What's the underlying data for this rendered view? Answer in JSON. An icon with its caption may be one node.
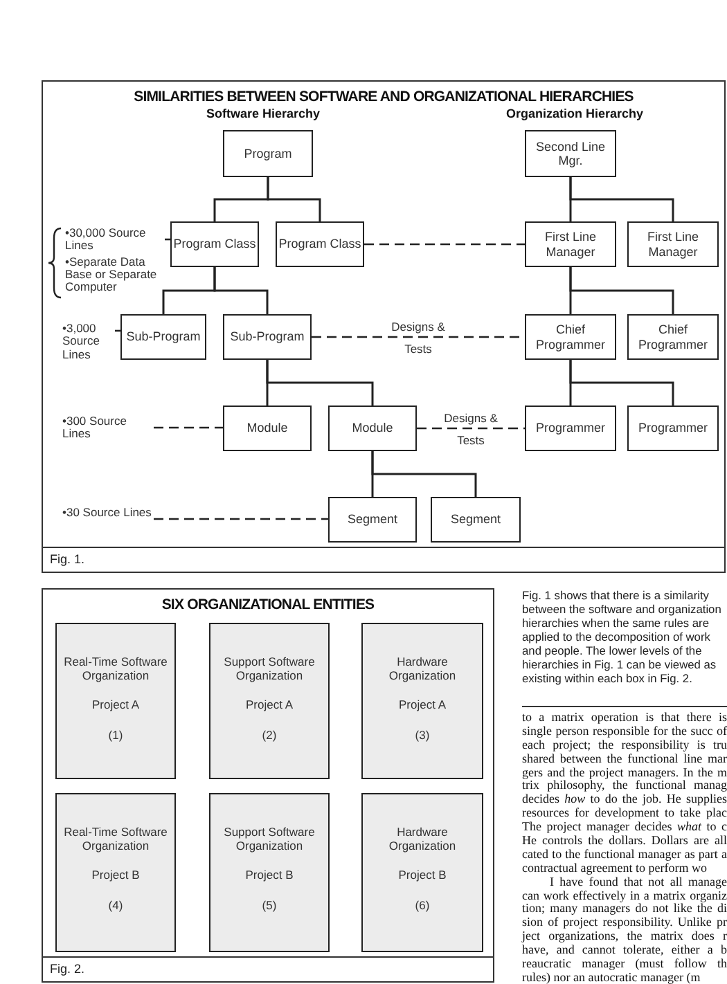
{
  "diagram": {
    "nodes": [
      {
        "text": [
          "SIMILARITIES BETWEEN SOFTWARE AND ORGANIZATIONAL HIERARCHIES",
          "Fig. 1."
        ]
      },
      {
        "text": [
          "Program"
        ],
        "in": 0
      },
      {
        "text": [
          "Second Line Mgr."
        ],
        "in": 0
      },
      {
        "text": [
          "•30,000 Source Lines",
          "•Separate Data Base or Separate Computer"
        ],
        "in": 0
      },
      {
        "text": [
          "Program Class"
        ],
        "in": 0
      },
      {
        "text": [
          "Program Class"
        ],
        "in": 0
      },
      {
        "text": [
          "First Line Manager"
        ],
        "in": 0
      },
      {
        "text": [
          "First Line Manager"
        ],
        "in": 0
      },
      {
        "text": [
          "•3,000 Source Lines"
        ],
        "in": 0
      },
      {
        "text": [
          "Sub-Program"
        ],
        "in": 0
      },
      {
        "text": [
          "Sub-Program"
        ],
        "in": 0
      },
      {
        "text": [
          "Chief Programmer"
        ],
        "in": 0
      },
      {
        "text": [
          "Chief Programmer"
        ],
        "in": 0
      },
      {
        "text": [
          "•300 Source Lines"
        ],
        "in": 0
      },
      {
        "text": [
          "Module"
        ],
        "in": 0
      },
      {
        "text": [
          "Module"
        ],
        "in": 0
      },
      {
        "text": [
          "Programmer"
        ],
        "in": 0
      },
      {
        "text": [
          "Programmer"
        ],
        "in": 0
      },
      {
        "text": [
          "•30 Source Lines"
        ],
        "in": 0
      },
      {
        "text": [
          "Segment"
        ],
        "in": 0
      },
      {
        "text": [
          "Segment"
        ],
        "in": 0
      },
      {
        "text": [
          "SIX ORGANIZATIONAL ENTITIES",
          "Fig. 2."
        ]
      },
      {
        "text": [
          "Real-Time Software Organization",
          "Project A",
          "(1)"
        ],
        "in": 21
      },
      {
        "text": [
          "Support Software Organization",
          "Project A",
          "(2)"
        ],
        "in": 21
      },
      {
        "text": [
          "Hardware Organization",
          "Project A",
          "(3)"
        ],
        "in": 21
      },
      {
        "text": [
          "Real-Time Software Organization",
          "Project B",
          "(4)"
        ],
        "in": 21
      },
      {
        "text": [
          "Support Software Organization",
          "Project B",
          "(5)"
        ],
        "in": 21
      },
      {
        "text": [
          "Hardware Organization",
          "Project B",
          "(6)"
        ],
        "in": 21
      }
    ],
    "edges": [
      {
        "from": 1,
        "to": 4,
        "arrow": "none"
      },
      {
        "from": 1,
        "to": 5,
        "arrow": "none"
      },
      {
        "from": 2,
        "to": 6,
        "arrow": "none"
      },
      {
        "from": 2,
        "to": 7,
        "arrow": "none"
      },
      {
        "from": 4,
        "to": 9,
        "arrow": "none"
      },
      {
        "from": 4,
        "to": 10,
        "arrow": "none"
      },
      {
        "from": 10,
        "to": 14,
        "arrow": "none"
      },
      {
        "from": 10,
        "to": 15,
        "arrow": "none"
      },
      {
        "from": 15,
        "to": 19,
        "arrow": "none"
      },
      {
        "from": 15,
        "to": 20,
        "arrow": "none"
      },
      {
        "from": 6,
        "to": 11,
        "arrow": "none"
      },
      {
        "from": 6,
        "to": 12,
        "arrow": "none"
      },
      {
        "from": 11,
        "to": 16,
        "arrow": "none"
      },
      {
        "from": 11,
        "to": 17,
        "arrow": "none"
      },
      {
        "from": 3,
        "to": 4,
        "arrow": "none",
        "style": "dashed"
      },
      {
        "from": 5,
        "to": 6,
        "arrow": "none",
        "style": "dashed"
      },
      {
        "from": 8,
        "to": 9,
        "arrow": "none",
        "style": "dashed"
      },
      {
        "from": 10,
        "to": 11,
        "arrow": "none",
        "style": "dashed",
        "label": "Designs & Tests"
      },
      {
        "from": 13,
        "to": 14,
        "arrow": "none",
        "style": "dashed"
      },
      {
        "from": 15,
        "to": 16,
        "arrow": "none",
        "style": "dashed",
        "label": "Designs & Tests"
      },
      {
        "from": 18,
        "to": 19,
        "arrow": "none",
        "style": "dashed"
      }
    ],
    "labels": [
      "Software Hierarchy",
      "Organization Hierarchy",
      "Fig. 1 shows that there is a similarity between the software and organization hierarchies when the same rules are applied to the decomposition of work and people. The lower levels of the hierarchies in Fig. 1 can be viewed as existing within each box in Fig. 2.",
      "to a matrix operation is that there is single person responsible for the succ of each project; the responsibility is tru shared between the functional line mar gers and the project managers. In the m trix philosophy, the functional manag decides *how* to do the job. He supplies resources for development to take plac The project manager decides *what* to c He controls the dollars. Dollars are all cated to the functional manager as part a contractual agreement to perform wo",
      "I have found that not all manage can work effectively in a matrix organiz tion; many managers do not like the di sion of project responsibility. Unlike pr ject organizations, the matrix does r have, and cannot tolerate, either a b reaucratic manager (must follow th rules) nor an autocratic manager (m"
    ]
  }
}
